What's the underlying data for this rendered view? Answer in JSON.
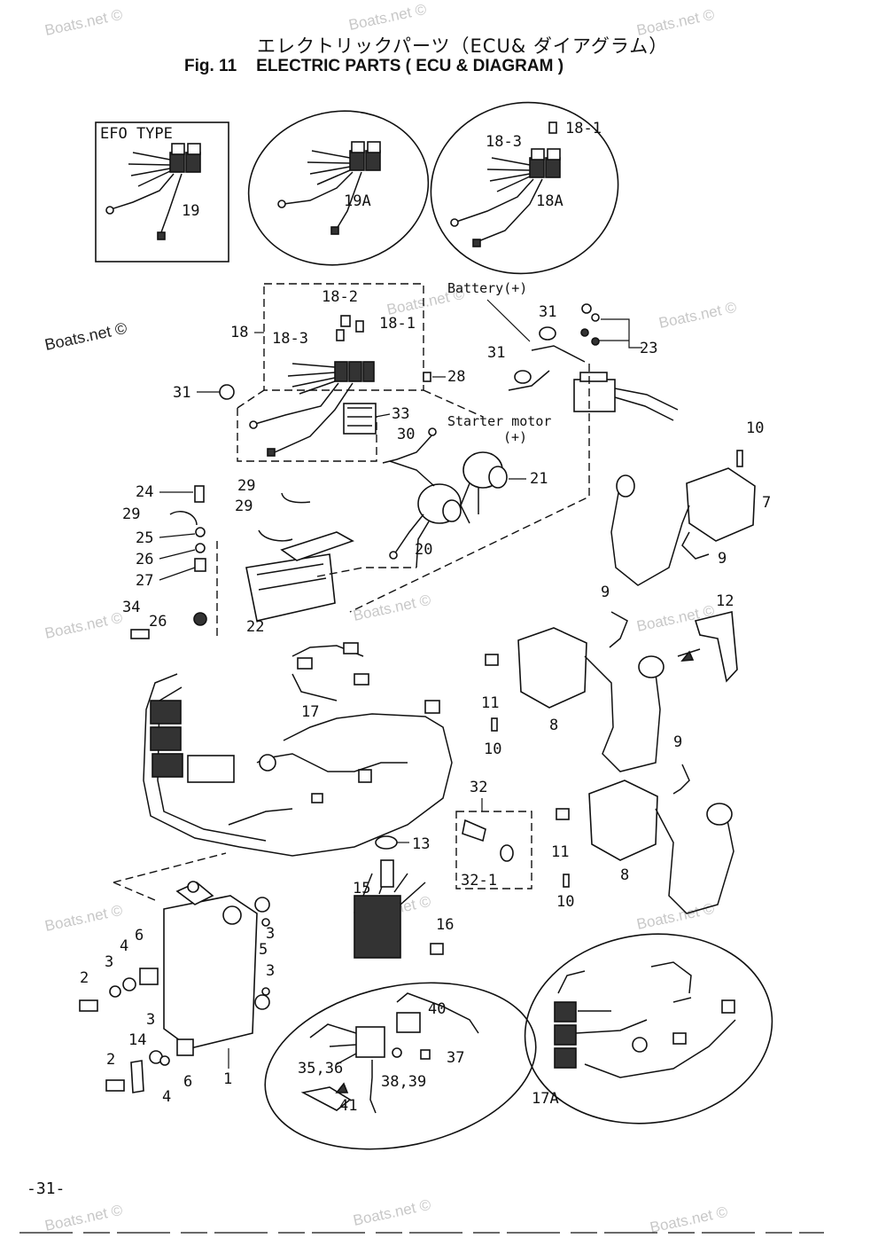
{
  "title": {
    "japanese": "エレクトリックパーツ（ECU& ダイアグラム）",
    "fig": "Fig. 11",
    "english": "ELECTRIC PARTS ( ECU & DIAGRAM )"
  },
  "watermark": "Boats.net ©",
  "panel_label": "EFO TYPE",
  "page_number": "-31-",
  "annotations": {
    "battery": "Battery(+)",
    "starter_motor": "Starter motor",
    "starter_plus": "(+)"
  },
  "callouts": {
    "c19": "19",
    "c19a": "19A",
    "c18_3_top": "18-3",
    "c18_1_top": "18-1",
    "c18a": "18A",
    "c18": "18",
    "c18_2": "18-2",
    "c18_3": "18-3",
    "c18_1": "18-1",
    "c31a": "31",
    "c28": "28",
    "c33": "33",
    "c30": "30",
    "c31b": "31",
    "c31c": "31",
    "c23": "23",
    "c24": "24",
    "c29a": "29",
    "c25": "25",
    "c26a": "26",
    "c27": "27",
    "c29b": "29",
    "c29c": "29",
    "c20": "20",
    "c21": "21",
    "c22": "22",
    "c34": "34",
    "c26b": "26",
    "c10a": "10",
    "c7": "7",
    "c9a": "9",
    "c9b": "9",
    "c12": "12",
    "c11a": "11",
    "c10b": "10",
    "c8a": "8",
    "c17": "17",
    "c32": "32",
    "c32_1": "32-1",
    "c13": "13",
    "c9c": "9",
    "c11b": "11",
    "c8b": "8",
    "c10c": "10",
    "c15": "15",
    "c16": "16",
    "c3a": "3",
    "c5": "5",
    "c3b": "3",
    "c2a": "2",
    "c3c": "3",
    "c4a": "4",
    "c6a": "6",
    "c1": "1",
    "c14": "14",
    "c2b": "2",
    "c4b": "4",
    "c6b": "6",
    "c40": "40",
    "c35_36": "35,36",
    "c37": "37",
    "c38_39": "38,39",
    "c41": "41",
    "c17a": "17A"
  }
}
